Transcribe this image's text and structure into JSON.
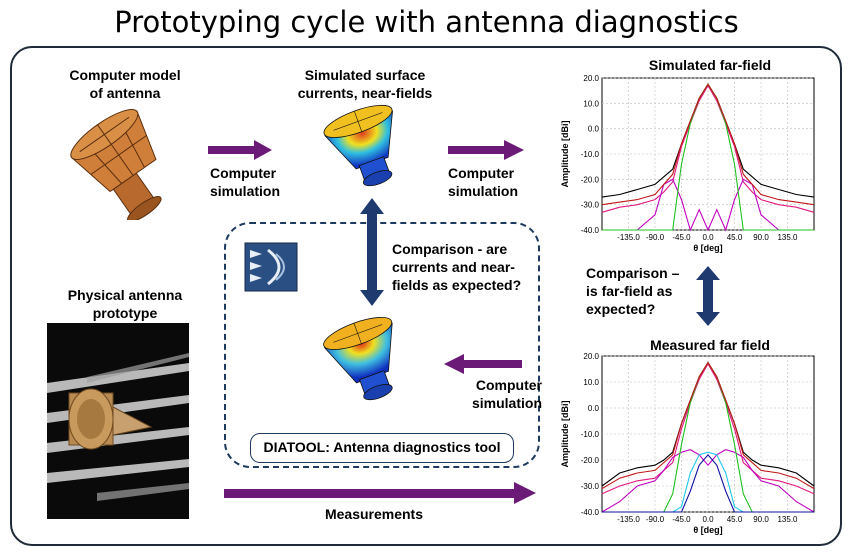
{
  "title": "Prototyping cycle with antenna diagnostics",
  "labels": {
    "computer_model": "Computer model of antenna",
    "computer_model_l1": "Computer model",
    "computer_model_l2": "of antenna",
    "sim_currents_l1": "Simulated surface",
    "sim_currents_l2": "currents, near-fields",
    "computer_simulation_l1": "Computer",
    "computer_simulation_l2": "simulation",
    "comparison_currents_l1": "Comparison - are",
    "comparison_currents_l2": "currents and near-",
    "comparison_currents_l3": "fields as expected?",
    "comparison_far_l1": "Comparison –",
    "comparison_far_l2": "is far-field as",
    "comparison_far_l3": "expected?",
    "physical_l1": "Physical antenna",
    "physical_l2": "prototype",
    "measurements": "Measurements",
    "diatool": "DIATOOL: Antenna diagnostics tool"
  },
  "colors": {
    "arrow_purple": "#6b1a78",
    "arrow_navy": "#1f3a6f",
    "frame": "#1f2a3a"
  },
  "chart_data": [
    {
      "type": "line",
      "title": "Simulated far-field",
      "xlabel": "θ [deg]",
      "ylabel": "Amplitude [dBi]",
      "xlim": [
        -180,
        180
      ],
      "ylim": [
        -40,
        20
      ],
      "xticks": [
        "-135.0",
        "-90.0",
        "-45.0",
        "0.0",
        "45.0",
        "90.0",
        "135.0"
      ],
      "yticks": [
        "20.0",
        "10.0",
        "0.0",
        "-10.0",
        "-20.0",
        "-30.0",
        "-40.0"
      ],
      "x": [
        -180,
        -150,
        -120,
        -90,
        -75,
        -60,
        -45,
        -30,
        -15,
        0,
        15,
        30,
        45,
        60,
        75,
        90,
        120,
        150,
        180
      ],
      "series": [
        {
          "color": "#000000",
          "values": [
            -27,
            -26,
            -24,
            -22,
            -19,
            -16,
            -6,
            3,
            12,
            17.5,
            12,
            3,
            -6,
            -16,
            -19,
            -22,
            -24,
            -26,
            -27
          ]
        },
        {
          "color": "#e0197d",
          "values": [
            -33,
            -31,
            -30,
            -28,
            -25,
            -21,
            -7,
            2,
            11,
            17,
            11,
            2,
            -7,
            -21,
            -25,
            -28,
            -30,
            -31,
            -33
          ]
        },
        {
          "color": "#c000c0",
          "values": [
            -40,
            -40,
            -40,
            -34,
            -22,
            -20,
            -28,
            -40,
            -32,
            -40,
            -32,
            -40,
            -28,
            -20,
            -22,
            -34,
            -40,
            -40,
            -40
          ]
        },
        {
          "color": "#22c022",
          "values": [
            -40,
            -40,
            -40,
            -40,
            -40,
            -40,
            -14,
            2,
            12,
            17.5,
            12,
            2,
            -14,
            -40,
            -40,
            -40,
            -40,
            -40,
            -40
          ]
        },
        {
          "color": "#c01818",
          "values": [
            -30,
            -29,
            -28,
            -26,
            -22,
            -18,
            -6,
            3,
            12,
            17.5,
            12,
            3,
            -6,
            -18,
            -22,
            -26,
            -28,
            -29,
            -30
          ]
        }
      ]
    },
    {
      "type": "line",
      "title": "Measured far field",
      "xlabel": "θ [deg]",
      "ylabel": "Amplitude [dBi]",
      "xlim": [
        -180,
        180
      ],
      "ylim": [
        -40,
        20
      ],
      "xticks": [
        "-135.0",
        "-90.0",
        "-45.0",
        "0.0",
        "45.0",
        "90.0",
        "135.0"
      ],
      "yticks": [
        "20.0",
        "10.0",
        "0.0",
        "-10.0",
        "-20.0",
        "-30.0",
        "-40.0"
      ],
      "x": [
        -180,
        -150,
        -120,
        -90,
        -75,
        -60,
        -45,
        -30,
        -15,
        0,
        15,
        30,
        45,
        60,
        75,
        90,
        120,
        150,
        180
      ],
      "series": [
        {
          "color": "#000000",
          "values": [
            -30,
            -25,
            -23,
            -22,
            -20,
            -17,
            -6,
            3,
            12,
            17.5,
            12,
            3,
            -6,
            -17,
            -20,
            -22,
            -23,
            -25,
            -30
          ]
        },
        {
          "color": "#e0197d",
          "values": [
            -33,
            -30,
            -28,
            -27,
            -24,
            -21,
            -8,
            2,
            11,
            17,
            11,
            2,
            -8,
            -21,
            -24,
            -27,
            -28,
            -30,
            -33
          ]
        },
        {
          "color": "#c000c0",
          "values": [
            -40,
            -36,
            -30,
            -28,
            -24,
            -19,
            -17,
            -16,
            -18,
            -22,
            -18,
            -16,
            -17,
            -19,
            -24,
            -28,
            -30,
            -36,
            -40
          ]
        },
        {
          "color": "#22c022",
          "values": [
            -40,
            -40,
            -40,
            -40,
            -40,
            -33,
            -14,
            2,
            12,
            17.5,
            12,
            2,
            -14,
            -33,
            -40,
            -40,
            -40,
            -40,
            -40
          ]
        },
        {
          "color": "#20c8e8",
          "values": [
            -40,
            -40,
            -40,
            -40,
            -40,
            -40,
            -38,
            -25,
            -18,
            -17,
            -18,
            -25,
            -38,
            -40,
            -40,
            -40,
            -40,
            -40,
            -40
          ]
        },
        {
          "color": "#1010a0",
          "values": [
            -40,
            -40,
            -40,
            -40,
            -40,
            -40,
            -40,
            -32,
            -22,
            -18,
            -22,
            -32,
            -40,
            -40,
            -40,
            -40,
            -40,
            -40,
            -40
          ]
        },
        {
          "color": "#c01818",
          "values": [
            -31,
            -27,
            -25,
            -24,
            -21,
            -18,
            -6,
            3,
            12,
            17.5,
            12,
            3,
            -6,
            -18,
            -21,
            -24,
            -25,
            -27,
            -31
          ]
        }
      ]
    }
  ]
}
